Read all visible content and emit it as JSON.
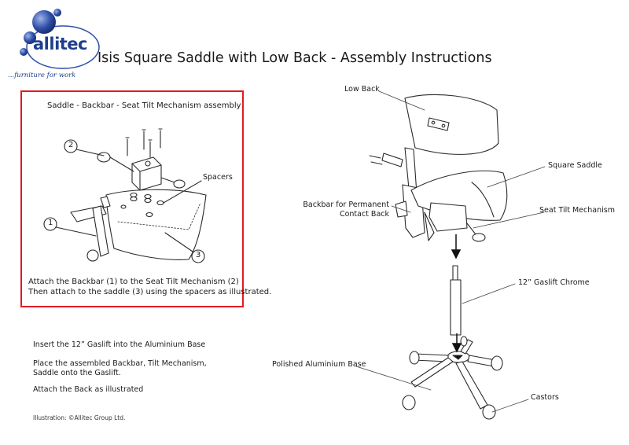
{
  "brand": {
    "name": "allitec",
    "tagline": "...furniture for work"
  },
  "title": "Isis Square Saddle with Low Back - Assembly Instructions",
  "detail_box": {
    "heading": "Saddle - Backbar - Seat Tilt Mechanism assembly",
    "callouts": {
      "backbar": "1",
      "mechanism": "2",
      "saddle": "3",
      "spacers": "Spacers"
    },
    "note_line1": "Attach the Backbar (1) to the Seat Tilt Mechanism (2)",
    "note_line2": "Then attach to the saddle (3) using the spacers as illustrated."
  },
  "steps": [
    "Insert the 12” Gaslift into the Aluminium Base",
    "Place the assembled Backbar, Tilt Mechanism, Saddle onto the Gaslift.",
    "Attach the Back as illustrated"
  ],
  "credit": "Illustration: ©Allitec Group Ltd.",
  "parts": {
    "low_back": "Low Back",
    "square_saddle": "Square Saddle",
    "backbar_line1": "Backbar for Permanent",
    "backbar_line2": "Contact Back",
    "seat_tilt": "Seat Tilt Mechanism",
    "gaslift": "12” Gaslift Chrome",
    "base": "Polished Aluminium Base",
    "castors": "Castors"
  },
  "colors": {
    "brand_blue": "#1e3f8c",
    "frame_red": "#e21b23"
  }
}
